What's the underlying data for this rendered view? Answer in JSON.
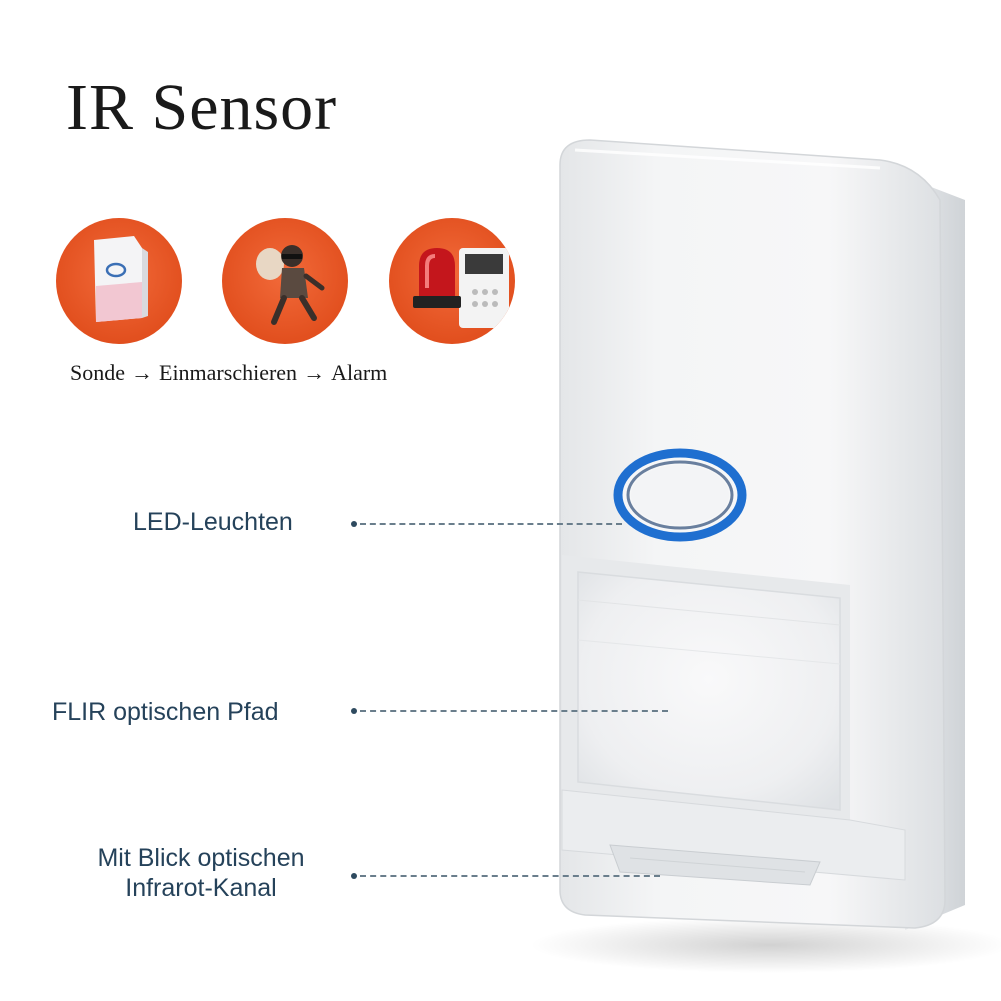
{
  "title": "IR Sensor",
  "steps": [
    {
      "label": "Sonde",
      "icon": "motion-sensor-icon"
    },
    {
      "label": "Einmarschieren",
      "icon": "burglar-icon"
    },
    {
      "label": "Alarm",
      "icon": "siren-icon"
    }
  ],
  "arrow": "→",
  "callouts": {
    "led": "LED-Leuchten",
    "flir": "FLIR optischen Pfad",
    "channel_line1": "Mit Blick optischen",
    "channel_line2": "Infrarot-Kanal"
  },
  "colors": {
    "circle": "#e2501f",
    "led_ring": "#1f6fd0",
    "callout_text": "#25425a"
  }
}
